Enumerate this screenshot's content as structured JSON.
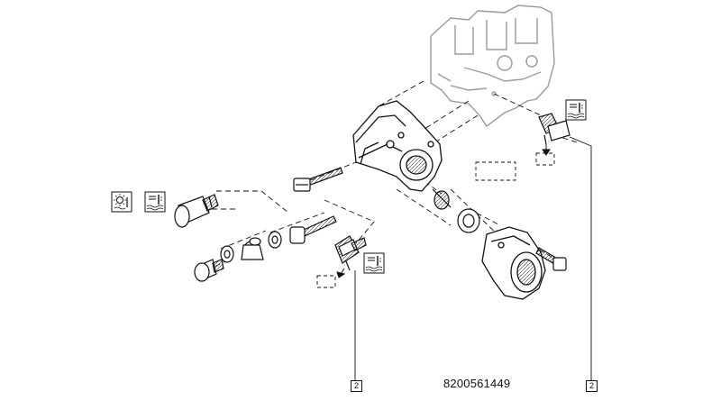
{
  "diagram": {
    "part_number": "8200561449",
    "callouts": [
      "2",
      "2"
    ],
    "icons": [
      "sun-temperature-icon",
      "coolant-temperature-icon",
      "coolant-temperature-icon",
      "coolant-temperature-icon"
    ],
    "line_color": "#111111",
    "ghost_color": "#9a9a9a",
    "background": "#ffffff"
  }
}
